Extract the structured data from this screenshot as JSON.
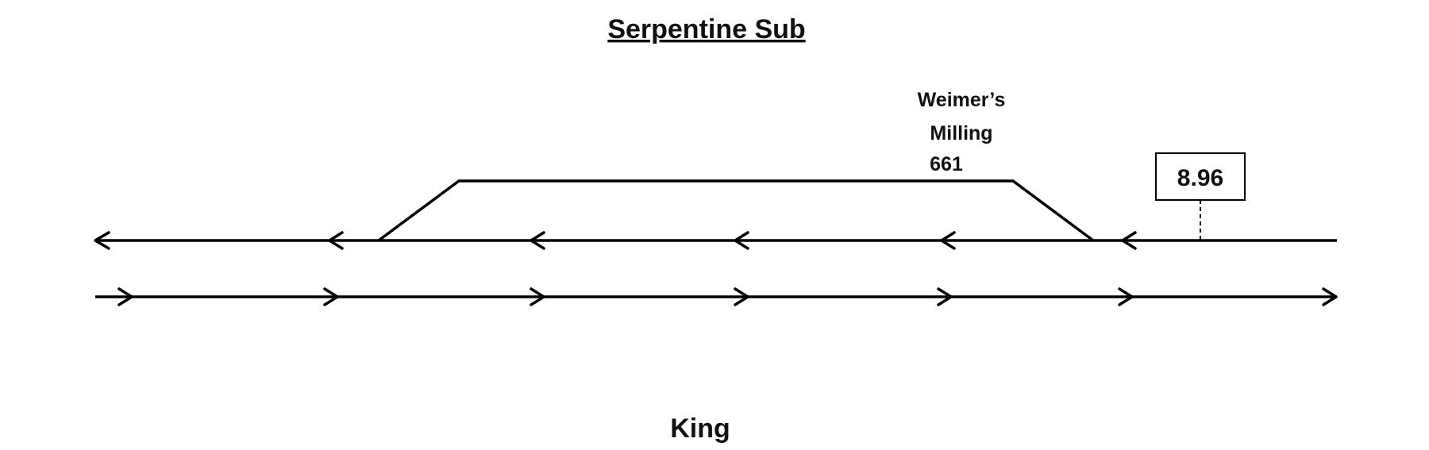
{
  "title": "Serpentine Sub",
  "industry": {
    "name_line1": "Weimer’s",
    "name_line2": "Milling",
    "number": "661"
  },
  "milepost": "8.96",
  "location": "King",
  "colors": {
    "line": "#000000",
    "background": "#ffffff"
  },
  "tracks": [
    {
      "name": "upper-main",
      "direction": "westbound"
    },
    {
      "name": "lower-main",
      "direction": "eastbound"
    },
    {
      "name": "industry-spur",
      "direction": "none"
    }
  ]
}
